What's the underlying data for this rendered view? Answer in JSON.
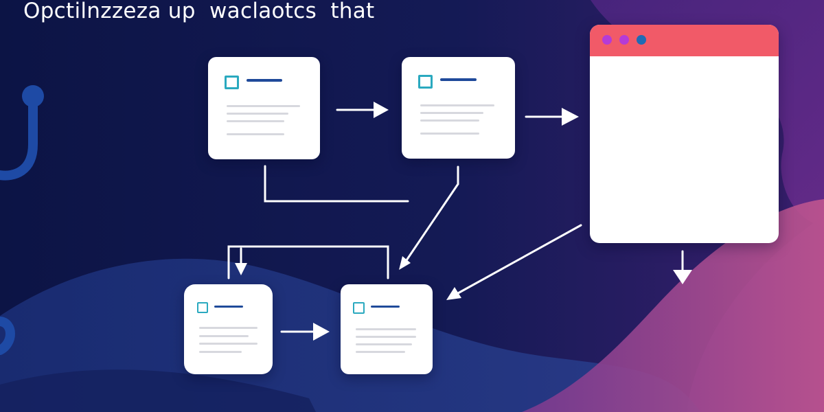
{
  "headline": "Opctilnzzeza up  waclaotcs  that",
  "colors": {
    "background_dark": "#0d1547",
    "wave_purple": "#5a2a8a",
    "wave_pink": "#b0508f",
    "wave_blue": "#1f3a86",
    "card_white": "#ffffff",
    "window_titlebar": "#f15a68",
    "checkbox_accent": "#2aa9bf",
    "heading_bar": "#1f4a9a",
    "connector": "#ffffff"
  },
  "window_controls": [
    {
      "name": "window-dot-1",
      "color": "#b53bd6"
    },
    {
      "name": "window-dot-2",
      "color": "#b53bd6"
    },
    {
      "name": "window-dot-3",
      "color": "#1f6bb5"
    }
  ],
  "icons": [
    "square-checkbox-icon",
    "arrow-right-icon",
    "arrow-down-icon",
    "window-dot-icon"
  ]
}
